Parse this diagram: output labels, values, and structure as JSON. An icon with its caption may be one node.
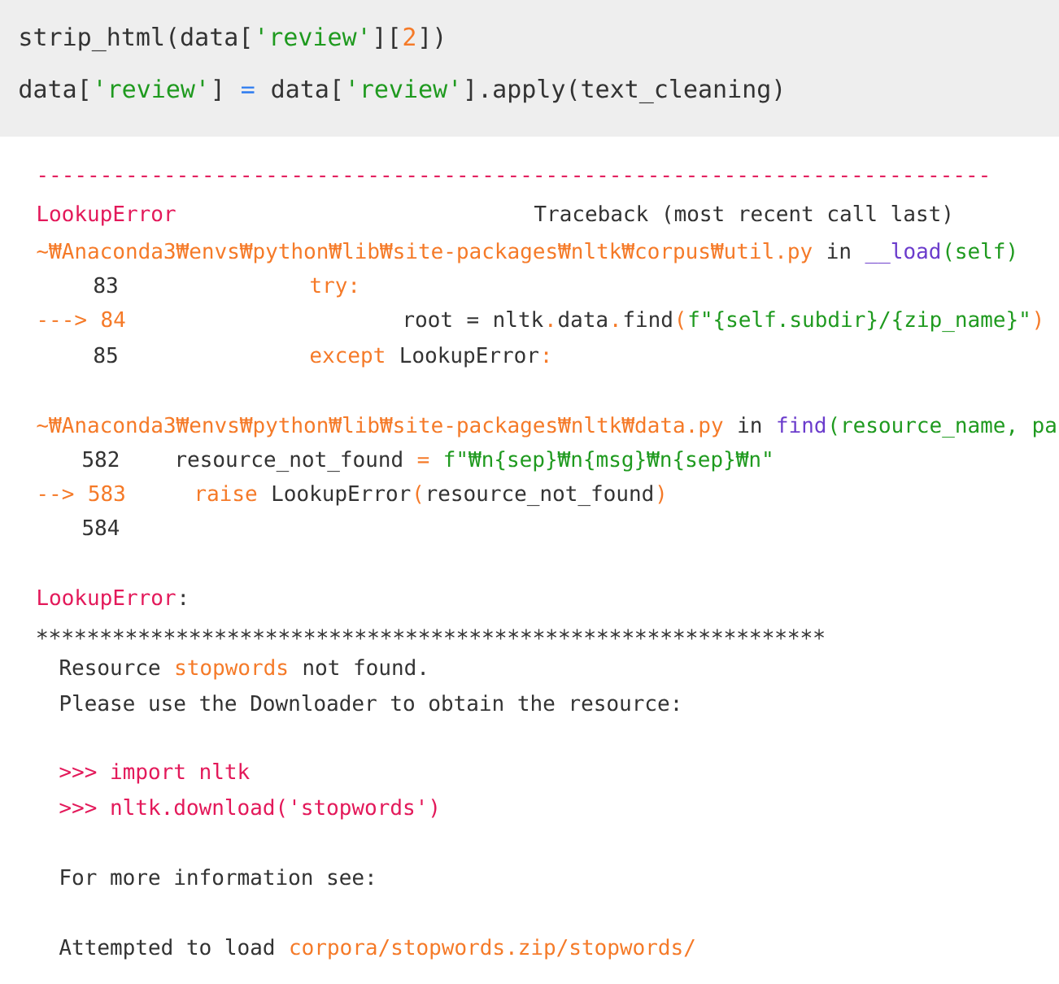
{
  "diagram": {
    "labels": [
      "strip_html(data[",
      "'review'",
      "][",
      "2",
      "])",
      "data[",
      "'review'",
      "]",
      "=",
      "data[",
      "'review'",
      "].apply(text_cleaning)",
      "---------------------------------------------------------------------------",
      "LookupError",
      "Traceback (most recent call last)",
      "~₩Anaconda3₩envs₩python₩lib₩site-packages₩nltk₩corpus₩util.py",
      "in",
      "__load",
      "(self)",
      "83",
      "try:",
      "--->",
      "84",
      "root",
      "=",
      "nltk",
      ".",
      "data",
      ".",
      "find",
      "(",
      "f\"{self.subdir}/{zip_name}\"",
      ")",
      "85",
      "except",
      "LookupError",
      ":",
      "~₩Anaconda3₩envs₩python₩lib₩site-packages₩nltk₩data.py",
      "in",
      "find",
      "(resource_name,",
      "pa",
      "582",
      "resource_not_found",
      "=",
      "f\"₩n{sep}₩n{msg}₩n{sep}₩n\"",
      "-->",
      "583",
      "raise",
      "LookupError",
      "(",
      "resource_not_found",
      ")",
      "584",
      "LookupError",
      ":",
      "Resource",
      "stopwords",
      "not found.",
      "Please use the Downloader to obtain the resource:",
      ">>> import nltk",
      ">>> nltk.download('stopwords')",
      "For more information see:",
      "Attempted to load",
      "corpora/stopwords.zip/stopwords/"
    ]
  }
}
